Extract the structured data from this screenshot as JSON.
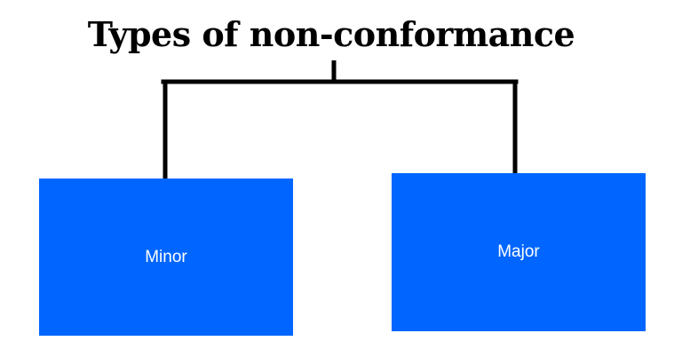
{
  "diagram": {
    "title": "Types of non-conformance",
    "nodes": [
      {
        "id": "minor",
        "label": "Minor"
      },
      {
        "id": "major",
        "label": "Major"
      }
    ],
    "edges": [
      {
        "from": "title",
        "to": "minor"
      },
      {
        "from": "title",
        "to": "major"
      }
    ],
    "colors": {
      "box_fill": "#0066ff",
      "box_text": "#ffffff",
      "line": "#000000",
      "title_text": "#000000"
    }
  }
}
